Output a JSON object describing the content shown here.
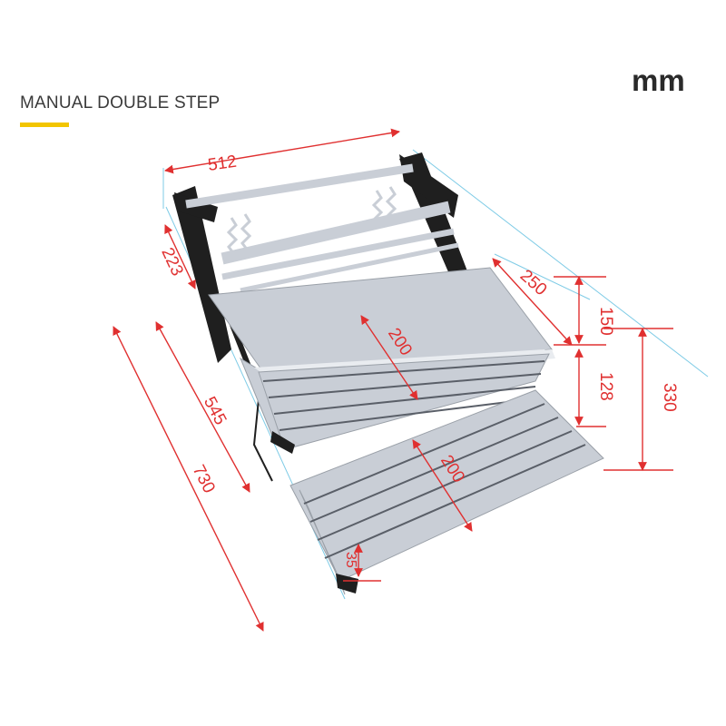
{
  "header": {
    "title": "MANUAL DOUBLE STEP",
    "unit": "mm"
  },
  "colors": {
    "accent": "#f2c500",
    "dimension": "#e03030",
    "guide": "#7ecbe6",
    "frame": "#1f1f1f",
    "aluminum": "#c9ced6",
    "aluminum_light": "#e9ecf0",
    "groove": "#5a5f68"
  },
  "dimensions": {
    "width_top": "512",
    "bracket_depth": "223",
    "upper_extension": "545",
    "total_extension": "730",
    "step_depth_top": "250",
    "top_rise": "150",
    "step_rise": "128",
    "total_height": "330",
    "tread_upper": "200",
    "tread_lower": "200",
    "tread_thickness": "35"
  }
}
